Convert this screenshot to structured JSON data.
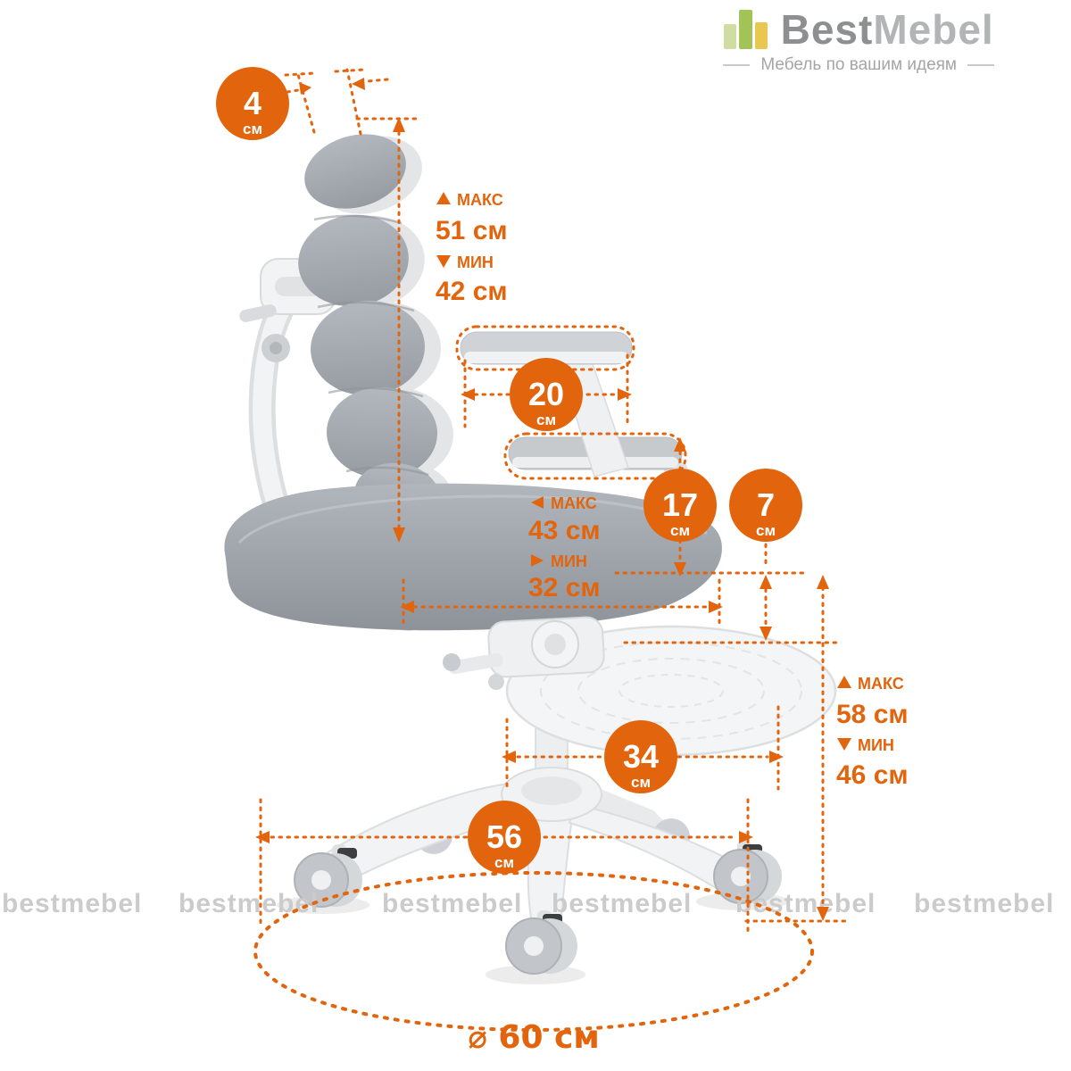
{
  "logo": {
    "brand_part1": "Best",
    "brand_part2": "Mebel",
    "tagline": "Мебель по вашим идеям"
  },
  "watermark": {
    "text": "bestmebel"
  },
  "annotations": {
    "back_thickness": {
      "value": "4",
      "unit": "см"
    },
    "back_height": {
      "max_label": "МАКС",
      "max_value": "51 см",
      "min_label": "МИН",
      "min_value": "42 см"
    },
    "armrest_length": {
      "value": "20",
      "unit": "см"
    },
    "armrest_height": {
      "value": "17",
      "unit": "см"
    },
    "seat_thickness": {
      "value": "7",
      "unit": "см"
    },
    "seat_depth": {
      "max_label": "МАКС",
      "max_value": "43 см",
      "min_label": "МИН",
      "min_value": "32 см"
    },
    "seat_height": {
      "max_label": "МАКС",
      "max_value": "58 см",
      "min_label": "МИН",
      "min_value": "46 см"
    },
    "footrest_width": {
      "value": "34",
      "unit": "см"
    },
    "base_width": {
      "value": "56",
      "unit": "см"
    },
    "base_diameter": {
      "label": "⌀ 60 см"
    }
  },
  "colors": {
    "accent": "#e2650d",
    "cushion": "#a6abb1",
    "frame_white": "#f2f3f4",
    "watermark_gray": "#cbcbcb"
  }
}
